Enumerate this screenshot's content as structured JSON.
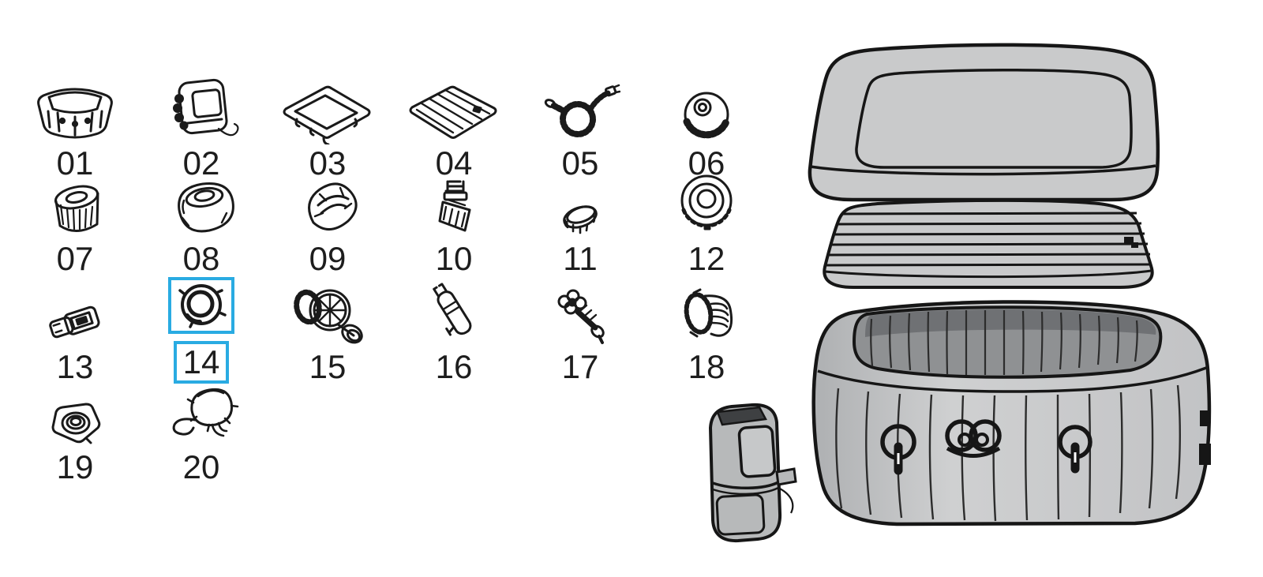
{
  "colors": {
    "highlight": "#29abe2",
    "ink": "#161616",
    "diagram_fill_light": "#c9cacb",
    "diagram_fill_interior": "#8f9193",
    "diagram_fill_shadow": "#6f7174",
    "pump_fill": "#b7b9ba"
  },
  "parts": [
    {
      "number": "01",
      "icon": "spa-tub-liner-icon",
      "highlighted": false
    },
    {
      "number": "02",
      "icon": "pump-heater-unit-icon",
      "highlighted": false
    },
    {
      "number": "03",
      "icon": "top-cover-lid-icon",
      "highlighted": false
    },
    {
      "number": "04",
      "icon": "inflatable-bladder-icon",
      "highlighted": false
    },
    {
      "number": "05",
      "icon": "coiled-hose-icon",
      "highlighted": false
    },
    {
      "number": "06",
      "icon": "dispenser-cap-icon",
      "highlighted": false
    },
    {
      "number": "07",
      "icon": "filter-cartridge-icon",
      "highlighted": false
    },
    {
      "number": "08",
      "icon": "filter-housing-icon",
      "highlighted": false
    },
    {
      "number": "09",
      "icon": "filter-cover-cap-icon",
      "highlighted": false
    },
    {
      "number": "10",
      "icon": "inflation-adapter-icon",
      "highlighted": false
    },
    {
      "number": "11",
      "icon": "sealing-ring-icon",
      "highlighted": false
    },
    {
      "number": "12",
      "icon": "round-valve-cap-icon",
      "highlighted": false
    },
    {
      "number": "13",
      "icon": "buckle-clip-icon",
      "highlighted": false
    },
    {
      "number": "14",
      "icon": "lock-ring-icon",
      "highlighted": true
    },
    {
      "number": "15",
      "icon": "jet-strainer-icon",
      "highlighted": false
    },
    {
      "number": "16",
      "icon": "pin-tool-icon",
      "highlighted": false
    },
    {
      "number": "17",
      "icon": "drain-valve-icon",
      "highlighted": false
    },
    {
      "number": "18",
      "icon": "threaded-connector-icon",
      "highlighted": false
    },
    {
      "number": "19",
      "icon": "hex-nut-icon",
      "highlighted": false
    },
    {
      "number": "20",
      "icon": "stopper-cap-icon",
      "highlighted": false
    }
  ],
  "assembly": {
    "components": [
      "spa-cover",
      "inflatable-bladder-mat",
      "spa-tub-body",
      "pump-unit"
    ]
  }
}
